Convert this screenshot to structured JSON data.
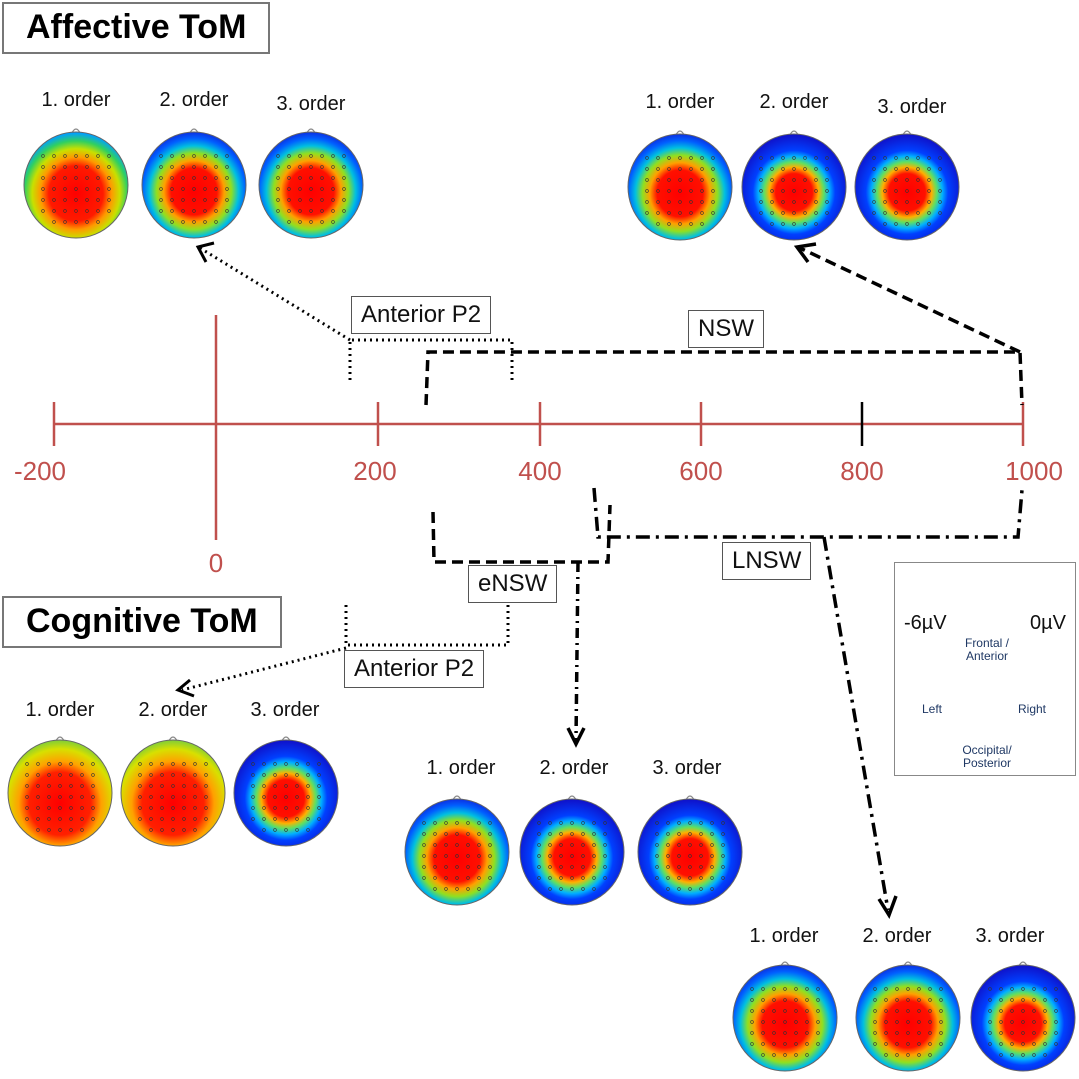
{
  "titles": {
    "affective": "Affective ToM",
    "cognitive": "Cognitive ToM"
  },
  "axis": {
    "ticks": [
      "-200",
      "0",
      "200",
      "400",
      "600",
      "800",
      "1000"
    ],
    "color": "#c0504d"
  },
  "components": {
    "p2_affective": "Anterior P2",
    "nsw": "NSW",
    "ensw": "eNSW",
    "lnsw": "LNSW",
    "p2_cognitive": "Anterior P2"
  },
  "map_groups": [
    {
      "id": "affective-p2",
      "orders": [
        "1. order",
        "2. order",
        "3. order"
      ]
    },
    {
      "id": "affective-nsw",
      "orders": [
        "1. order",
        "2. order",
        "3. order"
      ]
    },
    {
      "id": "cognitive-p2",
      "orders": [
        "1. order",
        "2. order",
        "3. order"
      ]
    },
    {
      "id": "cognitive-ensw",
      "orders": [
        "1. order",
        "2. order",
        "3. order"
      ]
    },
    {
      "id": "cognitive-lnsw",
      "orders": [
        "1. order",
        "2. order",
        "3. order"
      ]
    }
  ],
  "legend": {
    "min": "-6µV",
    "max": "0µV",
    "front": "Frontal / Anterior",
    "back": "Occipital/ Posterior",
    "left": "Left",
    "right": "Right"
  }
}
